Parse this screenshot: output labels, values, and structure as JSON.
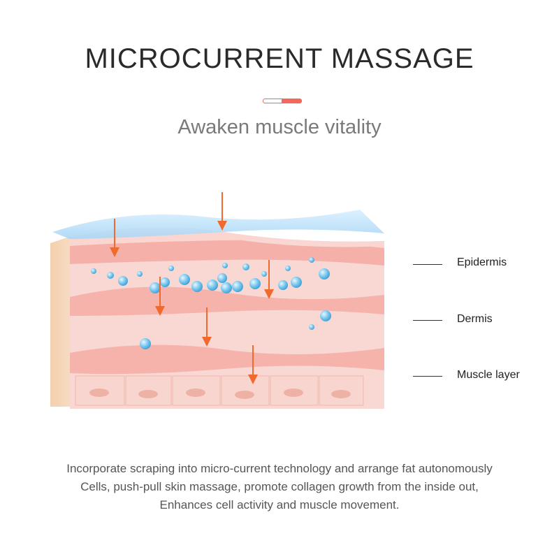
{
  "header": {
    "title": "MICROCURRENT MASSAGE",
    "subtitle": "Awaken muscle vitality"
  },
  "labels": {
    "epidermis": "Epidermis",
    "dermis": "Dermis",
    "muscle": "Muscle layer"
  },
  "caption": {
    "line1": "Incorporate scraping into micro-current technology and arrange fat autonomously",
    "line2": "Cells, push-pull skin massage, promote collagen growth from the inside out,",
    "line3": "Enhances cell activity and muscle movement."
  },
  "colors": {
    "accent": "#f0695a",
    "arrow": "#f06a2e",
    "skin": "#f7c6c0",
    "bubble": "#5ab8e8"
  }
}
